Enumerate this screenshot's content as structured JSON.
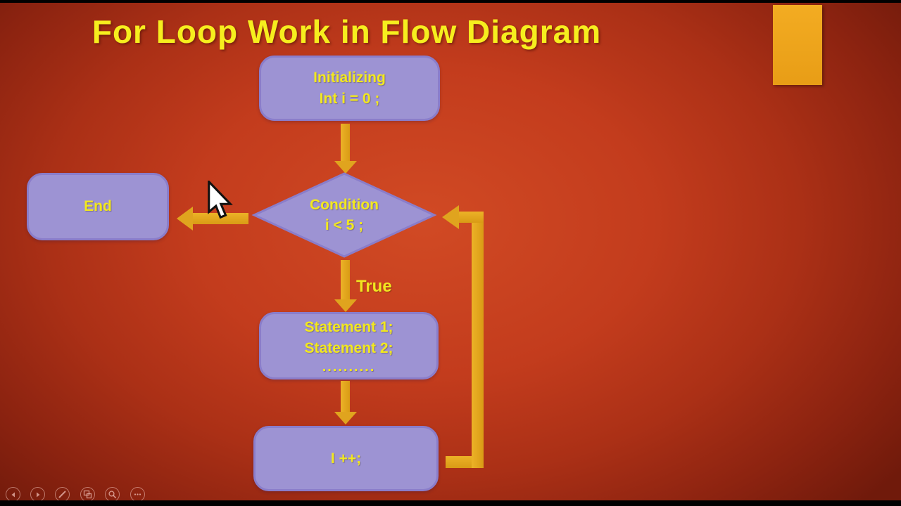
{
  "slide": {
    "title": "For Loop Work in Flow Diagram",
    "flowchart": {
      "init_box": {
        "line1": "Initializing",
        "line2": "Int i = 0 ;"
      },
      "condition_diamond": {
        "line1": "Condition",
        "line2": "i < 5 ;"
      },
      "end_box": {
        "label": "End"
      },
      "true_label": "True",
      "statement_box": {
        "line1": "Statement 1;",
        "line2": "Statement 2;",
        "line3": ".........."
      },
      "increment_box": {
        "label": "I ++;"
      }
    }
  },
  "toolbar": {
    "items": [
      {
        "name": "previous-slide",
        "icon": "chevron-left-icon"
      },
      {
        "name": "next-slide",
        "icon": "chevron-right-icon"
      },
      {
        "name": "pen-tools",
        "icon": "pen-icon"
      },
      {
        "name": "see-all-slides",
        "icon": "slides-grid-icon"
      },
      {
        "name": "zoom-slide",
        "icon": "magnifier-icon"
      },
      {
        "name": "more-options",
        "icon": "ellipsis-icon"
      }
    ]
  },
  "colors": {
    "background_center": "#d14a24",
    "background_edge": "#701a0b",
    "box_fill": "#9d93d3",
    "box_border": "#8a7dca",
    "text_yellow": "#f2e81f",
    "title_yellow": "#f6ee1e",
    "arrow_gold": "#e0a41e",
    "accent_rect": "#efa61e"
  }
}
